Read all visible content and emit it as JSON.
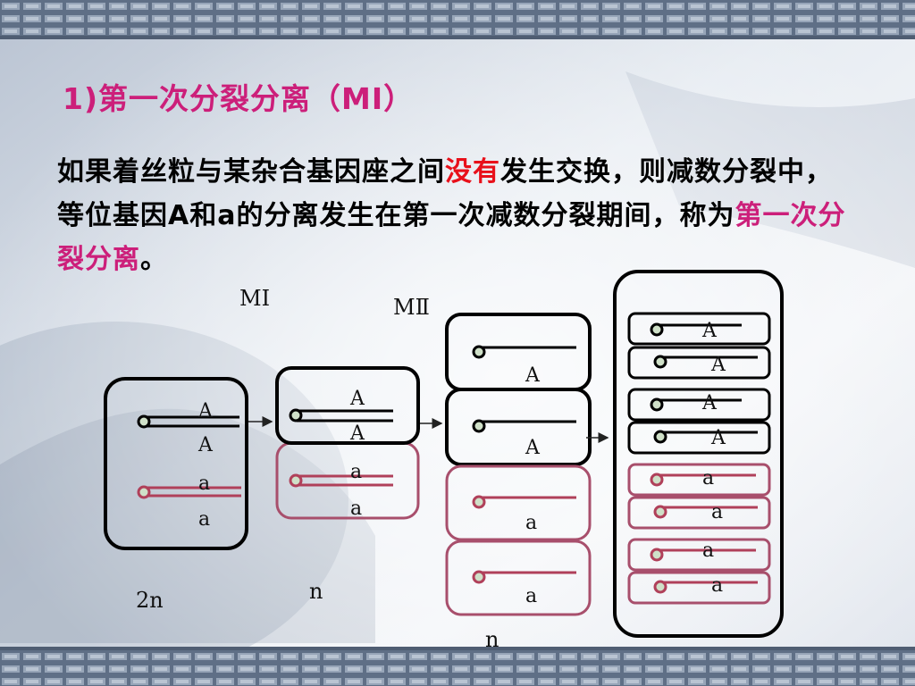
{
  "slide": {
    "title": "1)第一次分裂分离（MⅠ）",
    "paragraph": {
      "part1": "如果着丝粒与某杂合基因座之间",
      "highlight1": "没有",
      "part2": "发生交换，则减数分裂中，等位基因A和a的分离发生在第一次减数分裂期间，称为",
      "highlight2": "第一次分裂分离",
      "part3": "。"
    }
  },
  "diagram": {
    "stage_labels": {
      "m1": "MⅠ",
      "m2": "MⅡ"
    },
    "ploidy_labels": {
      "start": "2n",
      "after_m1": "n",
      "after_m2": "n"
    },
    "allele_dominant": "A",
    "allele_recessive": "a",
    "colors": {
      "dominant_line": "#000000",
      "recessive_line": "#b0405a",
      "dominant_box": "#000000",
      "recessive_box": "#a84f6c",
      "centromere_fill": "#cfe0c8"
    }
  }
}
